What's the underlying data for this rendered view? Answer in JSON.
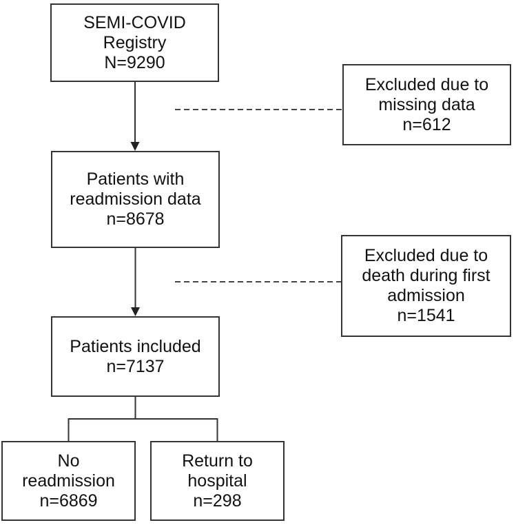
{
  "diagram": {
    "type": "flowchart",
    "colors": {
      "background": "#ffffff",
      "box_border": "#333333",
      "text": "#111111",
      "connector": "#333333",
      "dashed_connector": "#444444"
    },
    "nodes": {
      "registry": {
        "lines": [
          "SEMI-COVID",
          "Registry",
          "N=9290"
        ],
        "n": 9290
      },
      "excluded_missing": {
        "lines": [
          "Excluded due to",
          "missing data",
          "n=612"
        ],
        "n": 612
      },
      "readmission_data": {
        "lines": [
          "Patients with",
          "readmission data",
          "n=8678"
        ],
        "n": 8678
      },
      "excluded_death": {
        "lines": [
          "Excluded due to",
          "death during first",
          "admission",
          "n=1541"
        ],
        "n": 1541
      },
      "included": {
        "lines": [
          "Patients included",
          "n=7137"
        ],
        "n": 7137
      },
      "no_readmission": {
        "lines": [
          "No",
          "readmission",
          "n=6869"
        ],
        "n": 6869
      },
      "return_hospital": {
        "lines": [
          "Return to",
          "hospital",
          "n=298"
        ],
        "n": 298
      }
    },
    "edges": [
      {
        "from": "registry",
        "to": "readmission_data",
        "style": "solid-arrow"
      },
      {
        "from": "readmission_data",
        "to": "included",
        "style": "solid-arrow"
      },
      {
        "from": "included",
        "to": "no_readmission",
        "style": "solid-branch"
      },
      {
        "from": "included",
        "to": "return_hospital",
        "style": "solid-branch"
      },
      {
        "from": "registry-to-readmission edge",
        "to": "excluded_missing",
        "style": "dashed"
      },
      {
        "from": "readmission-to-included edge",
        "to": "excluded_death",
        "style": "dashed"
      }
    ]
  }
}
